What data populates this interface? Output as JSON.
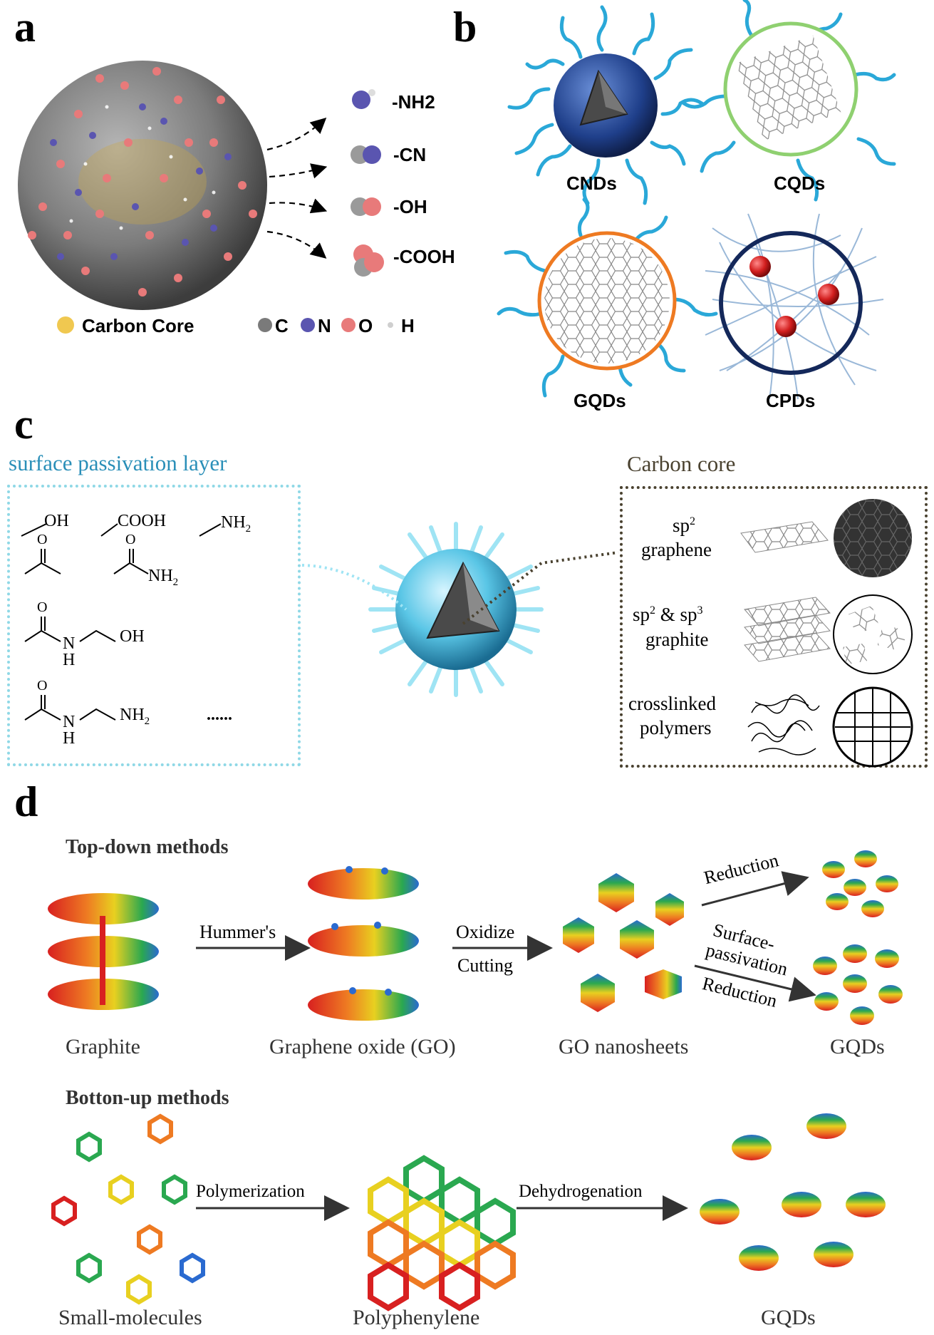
{
  "panels": {
    "a": {
      "letter": "a",
      "groups": [
        "-NH2",
        "-CN",
        "-OH",
        "-COOH"
      ],
      "legend": {
        "core": "Carbon Core",
        "c": "C",
        "n": "N",
        "o": "O",
        "h": "H"
      }
    },
    "b": {
      "letter": "b",
      "types": [
        "CNDs",
        "CQDs",
        "GQDs",
        "CPDs"
      ]
    },
    "c": {
      "letter": "c",
      "passivation_title": "surface passivation layer",
      "core_title": "Carbon core",
      "groups": {
        "oh": "OH",
        "cooh": "COOH",
        "nh2": "NH",
        "nh2_amide": "NH",
        "h1": "H",
        "oh2": "OH",
        "h2": "H",
        "nh2_end": "NH",
        "ellipsis": "......",
        "n1": "N",
        "n2": "N",
        "o": "O",
        "sub2": "2"
      },
      "core_rows": [
        {
          "line1": "sp",
          "sup1": "2",
          "line2": "graphene"
        },
        {
          "line1": "sp",
          "sup1": "2",
          "mid": " & sp",
          "sup2": "3",
          "line2": "graphite"
        },
        {
          "line1": "crosslinked",
          "line2": "polymers"
        }
      ]
    },
    "d": {
      "letter": "d",
      "topdown_title": "Top-down methods",
      "bottomup_title": "Botton-up methods",
      "arrows": {
        "hummers": "Hummer's",
        "oxidize": "Oxidize",
        "cutting": "Cutting",
        "reduction": "Reduction",
        "surface": "Surface-",
        "passivation": "passivation",
        "reduction2": "Reduction",
        "polymerization": "Polymerization",
        "dehydrogenation": "Dehydrogenation"
      },
      "topdown_labels": [
        "Graphite",
        "Graphene oxide (GO)",
        "GO nanosheets",
        "GQDs"
      ],
      "bottomup_labels": [
        "Small-molecules",
        "Polyphenylene",
        "GQDs"
      ]
    }
  },
  "colors": {
    "carbon": "#7a7a7a",
    "nitrogen": "#5a55b0",
    "oxygen": "#e87a7a",
    "core": "#f0c850",
    "ligand": "#2aa8d8",
    "cqd_ring": "#8fd070",
    "gqd_ring": "#ee7a22",
    "cpd_ring": "#14285a",
    "passivation_box": "#8fd8e6",
    "core_box": "#4a4230"
  }
}
